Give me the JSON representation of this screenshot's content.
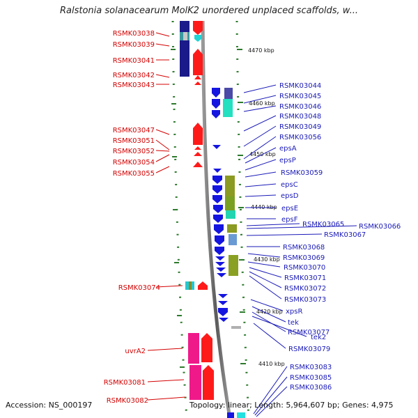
{
  "title": "Ralstonia solanacearum MolK2 unordered unplaced scaffolds, w...",
  "footer": {
    "accession": "Accession: NS_000197",
    "info": "Topology: linear; Length: 5,964,607 bp; Genes: 4,975"
  },
  "scale_labels": [
    "4470 kbp",
    "4460 kbp",
    "4450 kbp",
    "4440 kbp",
    "4430 kbp",
    "4420 kbp",
    "4410 kbp"
  ],
  "left_genes": [
    "RSMK03038",
    "RSMK03039",
    "RSMK03041",
    "RSMK03042",
    "RSMK03043",
    "RSMK03047",
    "RSMK03051",
    "RSMK03052",
    "RSMK03054",
    "RSMK03055",
    "RSMK03074",
    "uvrA2",
    "RSMK03081",
    "RSMK03082"
  ],
  "right_genes": [
    "RSMK03044",
    "RSMK03045",
    "RSMK03046",
    "RSMK03048",
    "RSMK03049",
    "RSMK03056",
    "epsA",
    "epsP",
    "RSMK03059",
    "epsC",
    "epsD",
    "epsE",
    "epsF",
    "RSMK03065",
    "RSMK03066",
    "RSMK03067",
    "RSMK03068",
    "RSMK03069",
    "RSMK03070",
    "RSMK03071",
    "RSMK03072",
    "RSMK03073",
    "xpsR",
    "tek",
    "RSMK03077",
    "tek2",
    "RSMK03079",
    "RSMK03083",
    "RSMK03085",
    "RSMK03086"
  ],
  "colors": {
    "left_label": "#d40000",
    "right_label": "#1a1ab8",
    "forward_strand": "#ff1a1a",
    "reverse_strand": "#1515e0",
    "scaffold_track": "#2d7a2d"
  }
}
